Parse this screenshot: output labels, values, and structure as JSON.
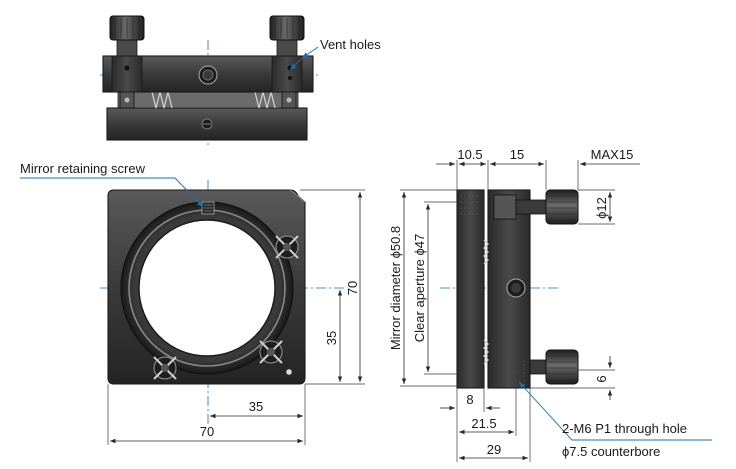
{
  "callouts": {
    "vent_holes": "Vent holes",
    "mirror_retaining_screw": "Mirror retaining screw",
    "through_hole": "2-M6 P1 through hole",
    "counterbore": "ϕ7.5 counterbore",
    "mirror_diameter": "Mirror diameter ϕ50.8",
    "clear_aperture": "Clear aperture ϕ47"
  },
  "dimensions": {
    "front_height": "70",
    "front_offset_vertical": "35",
    "front_offset_horizontal": "35",
    "front_width": "70",
    "side_top_1": "10.5",
    "side_top_2": "15",
    "side_top_max": "MAX15",
    "knob_diameter": "ϕ12",
    "side_right_6": "6",
    "side_bottom_8": "8",
    "side_bottom_21_5": "21.5",
    "side_bottom_29": "29"
  }
}
